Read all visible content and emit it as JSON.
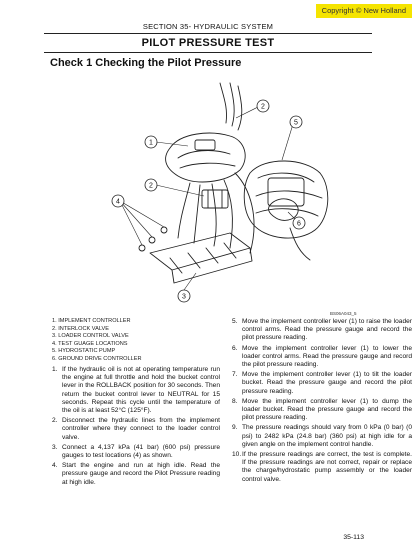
{
  "copyright": "Copyright © New Holland",
  "header": {
    "section": "SECTION 35- HYDRAULIC SYSTEM",
    "title": "PILOT PRESSURE TEST",
    "check_title": "Check 1 Checking the Pilot Pressure"
  },
  "figure": {
    "code": "BS06A043_5",
    "callouts": [
      "1",
      "2",
      "2",
      "3",
      "4",
      "5",
      "6"
    ]
  },
  "legend": [
    {
      "num": "1.",
      "text": "IMPLEMENT CONTROLLER"
    },
    {
      "num": "2.",
      "text": "INTERLOCK VALVE"
    },
    {
      "num": "3.",
      "text": "LOADER CONTROL VALVE"
    },
    {
      "num": "4.",
      "text": "TEST GUAGE LOCATIONS"
    },
    {
      "num": "5.",
      "text": "HYDROSTATIC PUMP"
    },
    {
      "num": "6.",
      "text": "GROUND DRIVE CONTROLLER"
    }
  ],
  "steps_left": [
    {
      "num": "1.",
      "text": "If the hydraulic oil is not at operating temperature run the engine at full throttle and hold the bucket control lever in the ROLLBACK position for 30 seconds. Then return the bucket control lever to NEUTRAL for 15 seconds. Repeat this cycle until the temperature of the oil is at least 52°C (125°F)."
    },
    {
      "num": "2.",
      "text": "Disconnect the hydraulic lines from the implement controller where they connect to the loader control valve."
    },
    {
      "num": "3.",
      "text": "Connect a 4,137 kPa (41 bar) (600 psi) pressure gauges to test locations (4) as shown."
    },
    {
      "num": "4.",
      "text": "Start the engine and run at high idle. Read the pressure gauge and record the Pilot Pressure reading at high idle."
    }
  ],
  "steps_right": [
    {
      "num": "5.",
      "text": "Move the implement controller lever (1) to raise the loader control arms. Read the pressure gauge and record the pilot pressure reading."
    },
    {
      "num": "6.",
      "text": "Move the implement controller lever (1) to lower the loader control arms. Read the pressure gauge and record the pilot pressure reading."
    },
    {
      "num": "7.",
      "text": "Move the implement controller lever (1) to tilt the loader bucket. Read the pressure gauge and record the pilot pressure reading."
    },
    {
      "num": "8.",
      "text": "Move the implement controller lever (1) to dump the loader bucket. Read the pressure gauge and record the pilot pressure reading."
    },
    {
      "num": "9.",
      "text": "The pressure readings should vary from 0 kPa (0 bar) (0 psi) to 2482 kPa (24.8 bar) (360 psi) at high idle for a given angle on the implement control handle."
    },
    {
      "num": "10.",
      "text": "If the pressure readings are correct, the test is complete. If the pressure readings are not correct, repair or replace the charge/hydrostatic pump assembly or the loader control valve."
    }
  ],
  "page_number": "35-113"
}
